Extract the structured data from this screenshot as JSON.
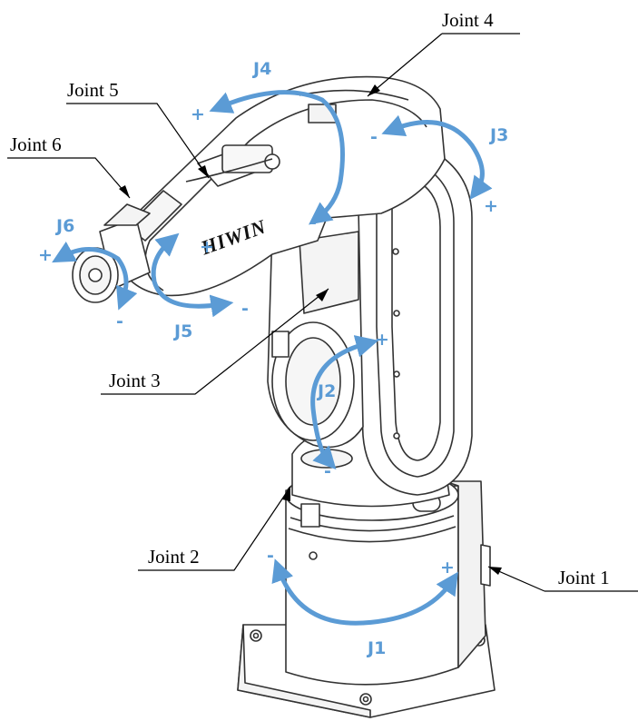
{
  "joints": [
    {
      "id": "joint-1",
      "label": "Joint 1"
    },
    {
      "id": "joint-2",
      "label": "Joint 2"
    },
    {
      "id": "joint-3",
      "label": "Joint 3"
    },
    {
      "id": "joint-4",
      "label": "Joint 4"
    },
    {
      "id": "joint-5",
      "label": "Joint 5"
    },
    {
      "id": "joint-6",
      "label": "Joint 6"
    }
  ],
  "axes": [
    {
      "id": "j1",
      "label": "J1",
      "plus": "+",
      "minus": "-"
    },
    {
      "id": "j2",
      "label": "J2",
      "plus": "+",
      "minus": "-"
    },
    {
      "id": "j3",
      "label": "J3",
      "plus": "+",
      "minus": "-"
    },
    {
      "id": "j4",
      "label": "J4",
      "plus": "+",
      "minus": "-"
    },
    {
      "id": "j5",
      "label": "J5",
      "plus": "+",
      "minus": "-"
    },
    {
      "id": "j6",
      "label": "J6",
      "plus": "+",
      "minus": "-"
    }
  ],
  "brand": "HIWIN",
  "colors": {
    "arrow": "#5b9bd5",
    "line": "#000000",
    "outline": "#333333"
  }
}
